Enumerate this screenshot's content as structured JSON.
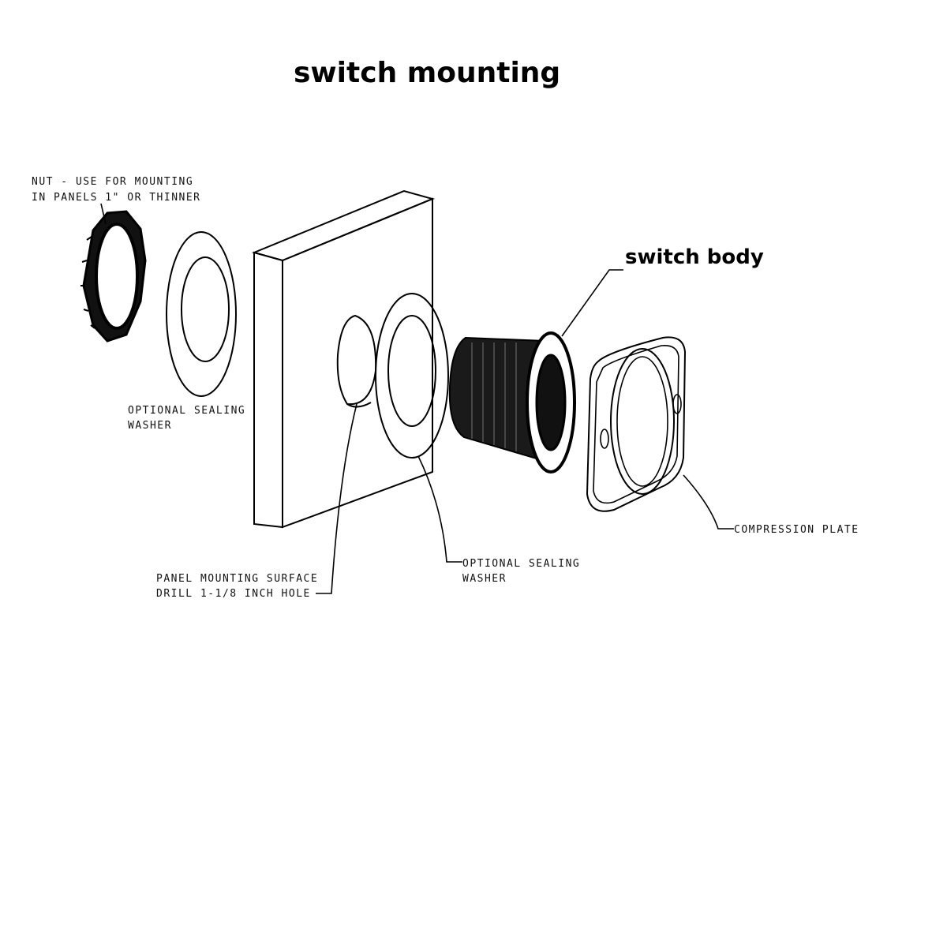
{
  "diagram": {
    "title": "switch mounting",
    "callouts": {
      "switch_body": "switch body",
      "nut_line1": "NUT - USE FOR MOUNTING",
      "nut_line2": "IN PANELS 1\" OR THINNER",
      "washer_left_line1": "OPTIONAL SEALING",
      "washer_left_line2": "WASHER",
      "panel_line1": "PANEL MOUNTING SURFACE",
      "panel_line2": "DRILL 1-1/8 INCH HOLE",
      "washer_right_line1": "OPTIONAL SEALING",
      "washer_right_line2": "WASHER",
      "compression_plate": "COMPRESSION PLATE"
    },
    "parts": [
      "nut-icon",
      "sealing-washer-icon",
      "panel-icon",
      "sealing-washer-icon",
      "switch-body-icon",
      "compression-plate-icon"
    ],
    "colors": {
      "ink": "#000000",
      "background": "#ffffff"
    }
  }
}
